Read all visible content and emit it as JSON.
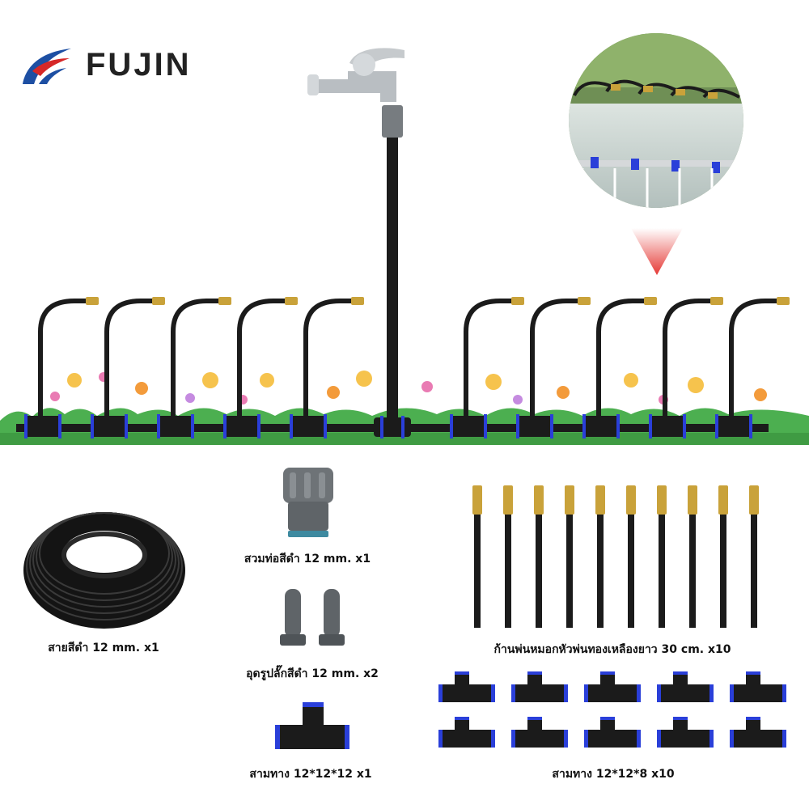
{
  "brand": {
    "name": "FUJIN",
    "logo_colors": [
      "#d62828",
      "#1d4fa3"
    ]
  },
  "colors": {
    "hose": "#1b1b1b",
    "connector_ring": "#2a3fd9",
    "brass": "#c9a23a",
    "grass": "#4caf50",
    "arrow": "#e53935"
  },
  "scene": {
    "sprinkler_count": 10,
    "faucet_icon": "faucet-icon",
    "inset_photo": "mist-system-photo"
  },
  "products": [
    {
      "label": "สายสีดำ 12 mm. x1",
      "icon": "hose-coil-icon"
    },
    {
      "label": "สวมท่อสีดำ 12 mm. x1",
      "icon": "faucet-adapter-icon"
    },
    {
      "label": "อุดรูปลั๊กสีดำ 12 mm. x2",
      "icon": "end-plug-icon"
    },
    {
      "label": "สามทาง 12*12*12 x1",
      "icon": "tee-connector-icon"
    },
    {
      "label": "ก้านพ่นหมอกหัวพ่นทองเหลืองยาว 30 cm. x10",
      "icon": "mist-stem-icon"
    },
    {
      "label": "สามทาง 12*12*8 x10",
      "icon": "tee-connector-icon"
    }
  ]
}
